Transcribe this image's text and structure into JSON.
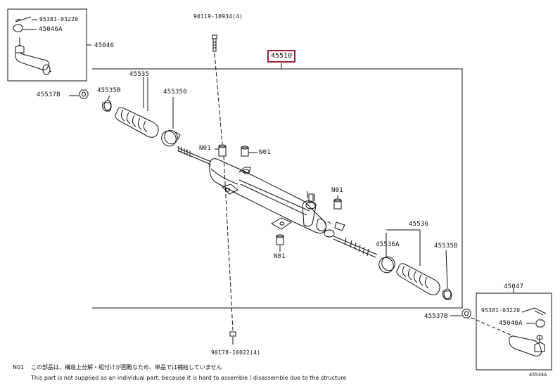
{
  "labels": {
    "p95381_a": "95381-03220",
    "p45046A_a": "45046A",
    "p45046": "45046",
    "p45537B_a": "45537B",
    "p45535B_a": "45535B",
    "p45535": "45535",
    "p455350": "455350",
    "p90119": "90119-10934(4)",
    "p45510": "45510",
    "n01_a": "N01",
    "n01_b": "N01",
    "n01_c": "N01",
    "n01_d": "N01",
    "p45536": "45536",
    "p45536A": "45536A",
    "p45535B_b": "45535B",
    "p45537B_b": "45537B",
    "p45047": "45047",
    "p95381_b": "95381-03220",
    "p45046A_b": "45046A",
    "p90178": "90178-10022(4)"
  },
  "notes": {
    "code": "N01",
    "jp": "この部品は、構造上分解・組付けが困難なため、単品では補給していません",
    "en": "This part is not supplied as an individual part, because it is hard to assemble / disassemble due to the structure"
  },
  "catalog_id": "45534A",
  "colors": {
    "highlight": "#9c1f3a",
    "ink": "#111111"
  }
}
